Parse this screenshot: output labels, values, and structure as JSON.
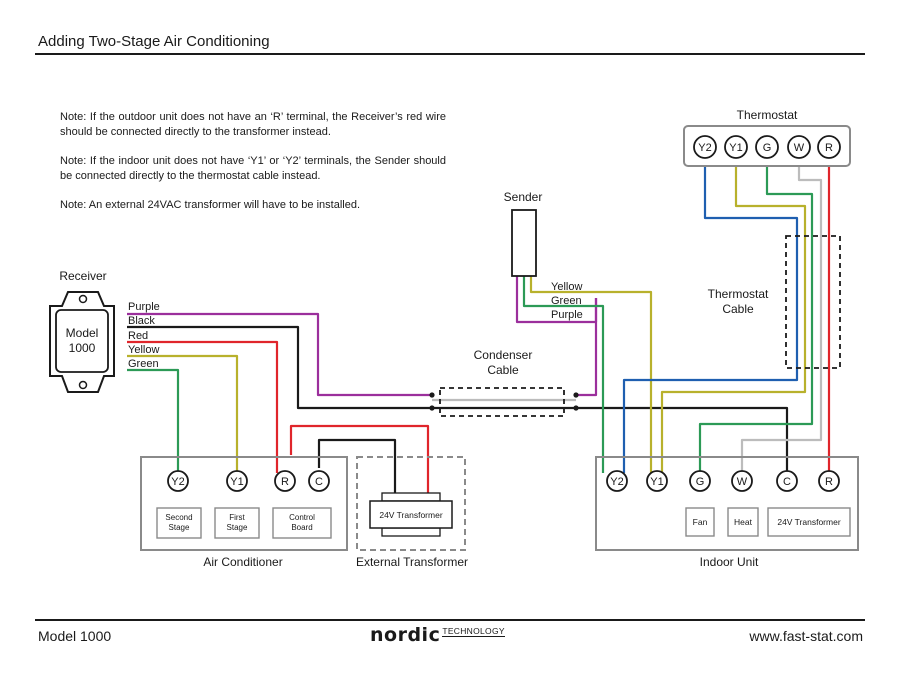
{
  "header": {
    "title": "Adding Two-Stage Air Conditioning"
  },
  "footer": {
    "model": "Model 1000",
    "brand": "nordic",
    "brand_sub": "TECHNOLOGY",
    "url": "www.fast-stat.com"
  },
  "notes": [
    {
      "label": "Note:",
      "text": " If the outdoor unit does not have an ‘R’ terminal, the Receiver’s red wire should be connected directly to the transformer instead."
    },
    {
      "label": "Note:",
      "text": " If the indoor unit does not have ‘Y1’ or ‘Y2’ terminals, the Sender should be connected directly to the thermostat cable instead."
    },
    {
      "label": "Note:",
      "text": " An external 24VAC transformer will have to be installed."
    }
  ],
  "receiver": {
    "title": "Receiver",
    "model_line1": "Model",
    "model_line2": "1000",
    "wires": [
      "Purple",
      "Black",
      "Red",
      "Yellow",
      "Green"
    ]
  },
  "sender": {
    "title": "Sender",
    "wires": [
      "Yellow",
      "Green",
      "Purple"
    ]
  },
  "thermostat": {
    "title": "Thermostat",
    "terminals": [
      "Y2",
      "Y1",
      "G",
      "W",
      "R"
    ]
  },
  "thermostat_cable": {
    "line1": "Thermostat",
    "line2": "Cable"
  },
  "condenser_cable": {
    "line1": "Condenser",
    "line2": "Cable"
  },
  "air_conditioner": {
    "title": "Air Conditioner",
    "terminals": [
      "Y2",
      "Y1",
      "R",
      "C"
    ],
    "boxes": [
      [
        "Second",
        "Stage"
      ],
      [
        "First",
        "Stage"
      ],
      [
        "Control",
        "Board"
      ]
    ]
  },
  "external_transformer": {
    "title": "External Transformer",
    "box": "24V Transformer"
  },
  "indoor_unit": {
    "title": "Indoor Unit",
    "terminals": [
      "Y2",
      "Y1",
      "G",
      "W",
      "C",
      "R"
    ],
    "boxes": [
      "Fan",
      "Heat",
      "24V Transformer"
    ]
  },
  "colors": {
    "purple": "#9b2f9c",
    "black": "#1a1a1a",
    "red": "#e0252b",
    "yellow": "#b8b12c",
    "green": "#2c9a56",
    "blue": "#1f5fb0",
    "white": "#bcbcbc",
    "box": "#8a8a8a"
  }
}
